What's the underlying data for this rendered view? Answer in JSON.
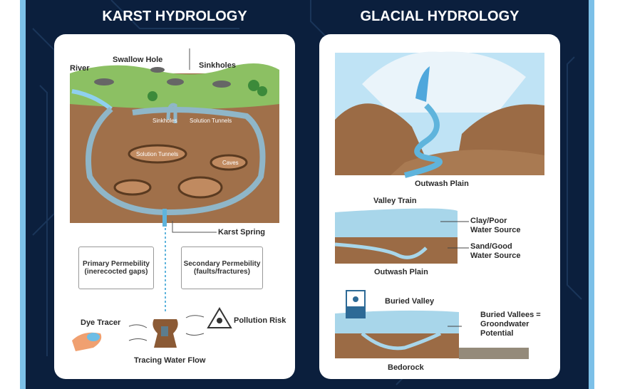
{
  "karst": {
    "title": "KARST HYDROLOGY",
    "labels": {
      "river": "River",
      "swallow_hole": "Swallow Hole",
      "sinkholes": "Sinkholes",
      "inner_sinkholes": "Sinkholes",
      "solution_tunnels_top": "Solution Tunnels",
      "solution_tunnels_mid": "Solution Tunnels",
      "caves": "Caves",
      "karst_spring": "Karst Spring"
    },
    "primary": {
      "line1": "Primary Permebility",
      "line2": "(inerecocted gaps)"
    },
    "secondary": {
      "line1": "Secondary Permebility",
      "line2": "(faults/fractures)"
    },
    "dye_tracer": "Dye Tracer",
    "pollution_risk": "Pollution Risk",
    "tracing": "Tracing Water Flow"
  },
  "glacial": {
    "title": "GLACIAL HYDROLOGY",
    "outwash_top": "Outwash Plain",
    "valley_train": "Valley Train",
    "clay": {
      "line1": "Clay/Poor",
      "line2": "Water Source"
    },
    "sand": {
      "line1": "Sand/Good",
      "line2": "Water Source"
    },
    "outwash_mid": "Outwash Plain",
    "buried_valley": "Buried Valley",
    "buried_note": {
      "line1": "Buried Vallees =",
      "line2": "Groondwater",
      "line3": "Potential"
    },
    "bedrock": "Bedorock"
  },
  "colors": {
    "background": "#0b1f3d",
    "accent": "#7cc0e8",
    "water": "#5fb4dc",
    "soil": "#9b6b45",
    "grass": "#8cc063"
  }
}
